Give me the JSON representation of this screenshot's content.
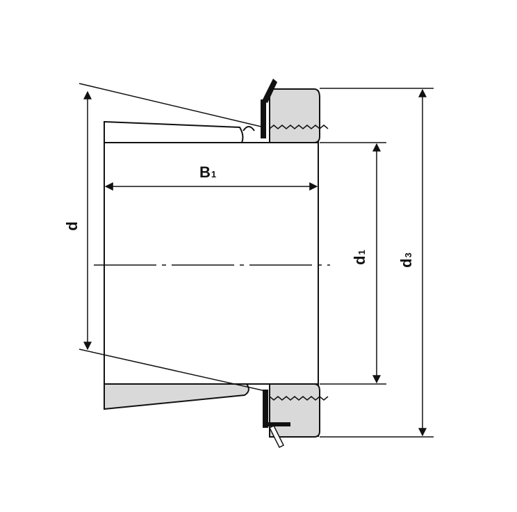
{
  "labels": {
    "b1": {
      "main": "B",
      "sub": "1"
    },
    "d": {
      "main": "d",
      "sub": ""
    },
    "d1": {
      "main": "d",
      "sub": "1"
    },
    "d3": {
      "main": "d",
      "sub": "3"
    }
  },
  "colors": {
    "line": "#111111",
    "fill": "#d9d9d9",
    "background": "#ffffff"
  }
}
